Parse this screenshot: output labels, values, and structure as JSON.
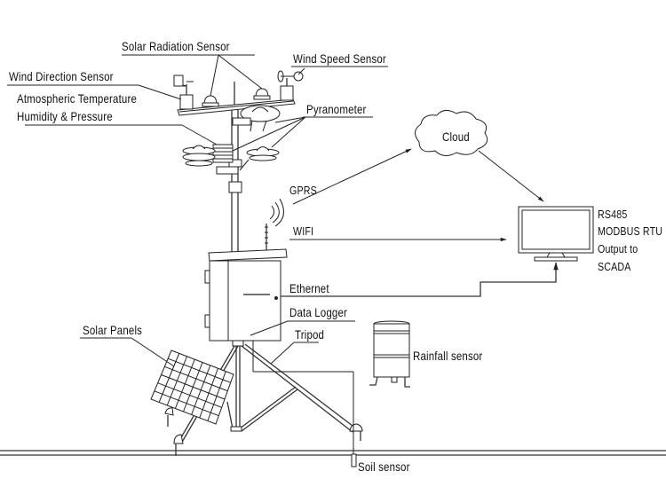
{
  "title": "Automatic Weather Station System Diagram",
  "labels": {
    "solar_radiation_sensor": "Solar Radiation Sensor",
    "wind_speed_sensor": "Wind Speed Sensor",
    "wind_direction_sensor": "Wind Direction Sensor",
    "atmospheric_line1": "Atmospheric Temperature",
    "atmospheric_line2": "Humidity & Pressure",
    "pyranometer": "Pyranometer",
    "cloud": "Cloud",
    "gprs": "GPRS",
    "wifi": "WIFI",
    "ethernet": "Ethernet",
    "data_logger": "Data Logger",
    "tripod": "Tripod",
    "solar_panels": "Solar Panels",
    "rainfall_sensor": "Rainfall sensor",
    "soil_sensor": "Soil sensor",
    "scada_line1": "RS485",
    "scada_line2": "MODBUS RTU",
    "scada_line3": "Output to",
    "scada_line4": "SCADA"
  },
  "connections": [
    {
      "from": "data-logger",
      "to": "cloud",
      "via": "GPRS"
    },
    {
      "from": "cloud",
      "to": "scada-monitor"
    },
    {
      "from": "data-logger",
      "to": "scada-monitor",
      "via": "WIFI"
    },
    {
      "from": "data-logger",
      "to": "scada-monitor",
      "via": "Ethernet"
    }
  ]
}
